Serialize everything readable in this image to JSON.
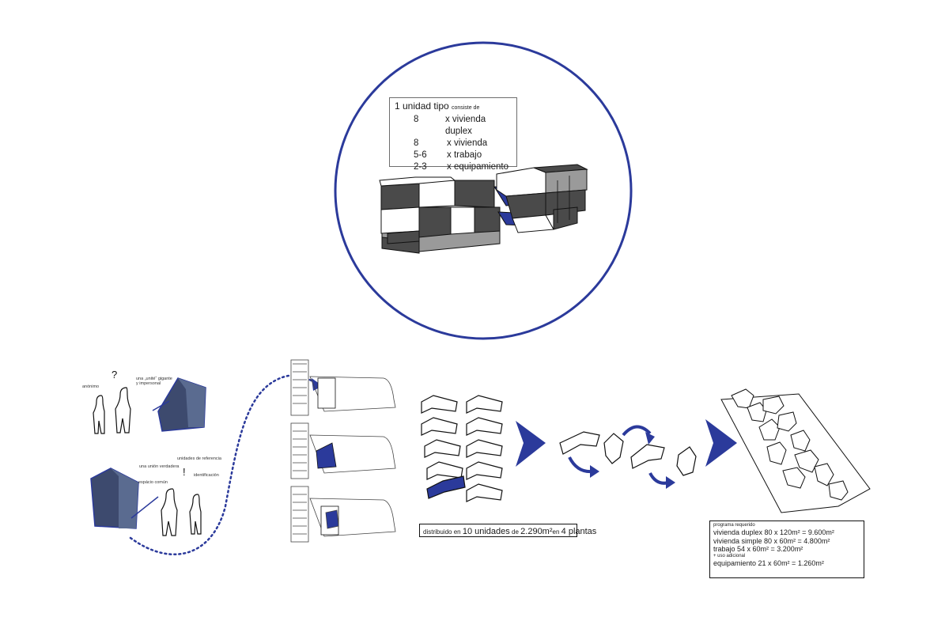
{
  "unit_box": {
    "title": "1 unidad tipo",
    "title_suffix": "consiste de",
    "rows": [
      {
        "n": "8",
        "label": "x vivienda duplex"
      },
      {
        "n": "8",
        "label": "x vivienda"
      },
      {
        "n": "5-6",
        "label": "x trabajo"
      },
      {
        "n": "2-3",
        "label": "x equipamiento"
      }
    ]
  },
  "annotations": {
    "anonimo": "anónimo",
    "question": "?",
    "unite_line1": "una „unité“ gigante",
    "unite_line2": "y impersonal",
    "unidades_ref": "unidades de referencia",
    "union": "una unión verdadera",
    "exclaim": "!",
    "identificacion": "identificación",
    "espacio": "espácio común"
  },
  "distribution": {
    "prefix": "distribuido en",
    "count": "10 unidades",
    "mid": "de",
    "area": "2.290m²",
    "mid2": "en",
    "floors": "4 plantas"
  },
  "program": {
    "heading": "programa requerido",
    "rows": [
      "vivienda duplex 80 x 120m² = 9.600m²",
      "vivienda simple 80 x   60m² = 4.800m²",
      "trabajo                  54 x   60m² = 3.200m²"
    ],
    "extra": "+ uso adicional",
    "last": "equipamiento    21 x   60m² = 1.260m²"
  },
  "colors": {
    "accent": "#2b3a9b",
    "dark_block": "#4a4a4a",
    "mid_block": "#8a8a8a"
  }
}
